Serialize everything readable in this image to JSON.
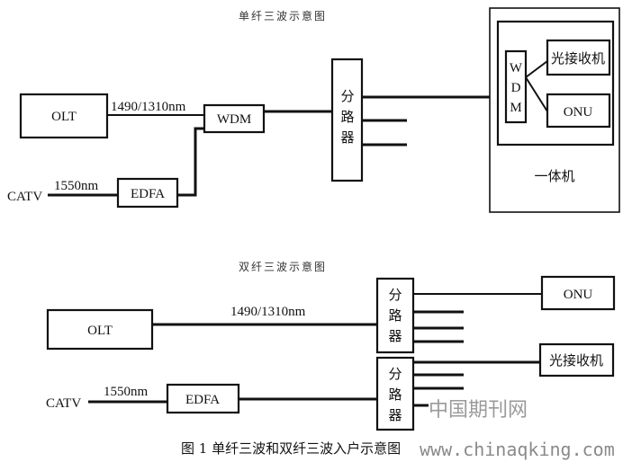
{
  "top_diagram": {
    "title": "单纤三波示意图",
    "olt": "OLT",
    "wavelength_olt": "1490/1310nm",
    "wdm": "WDM",
    "catv": "CATV",
    "wavelength_catv": "1550nm",
    "edfa": "EDFA",
    "splitter": [
      "分",
      "路",
      "器"
    ],
    "integrated_unit": {
      "label": "一体机",
      "wdm_vertical": [
        "W",
        "D",
        "M"
      ],
      "optical_receiver": "光接收机",
      "onu": "ONU"
    }
  },
  "bottom_diagram": {
    "title": "双纤三波示意图",
    "olt": "OLT",
    "wavelength_olt": "1490/1310nm",
    "catv": "CATV",
    "wavelength_catv": "1550nm",
    "edfa": "EDFA",
    "splitter_1": [
      "分",
      "路",
      "器"
    ],
    "splitter_2": [
      "分",
      "路",
      "器"
    ],
    "onu": "ONU",
    "optical_receiver": "光接收机"
  },
  "caption": "图 1 单纤三波和双纤三波入户示意图",
  "watermark": {
    "cn": "中国期刊网",
    "url": "www.chinaqking.com"
  }
}
